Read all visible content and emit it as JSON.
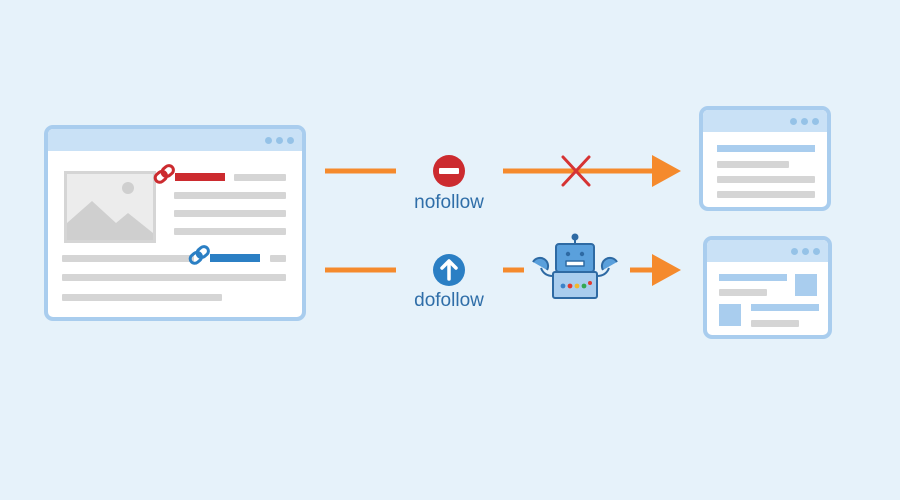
{
  "flows": [
    {
      "label": "nofollow",
      "status_icon": "no-entry-icon",
      "status_color": "#cc2b2f",
      "result": "blocked",
      "link_color": "#cc2b2f"
    },
    {
      "label": "dofollow",
      "status_icon": "up-arrow-icon",
      "status_color": "#2b7fc4",
      "result": "crawled",
      "link_color": "#2b7fc4"
    }
  ],
  "colors": {
    "background": "#e6f2fa",
    "window_border": "#a9cdee",
    "arrow": "#f58a2c",
    "placeholder_line": "#d5d5d5",
    "label_text": "#2f6ea8"
  },
  "icons": [
    "image-placeholder-icon",
    "link-icon",
    "window-dots-icon",
    "x-mark-icon",
    "robot-crawler-icon"
  ]
}
